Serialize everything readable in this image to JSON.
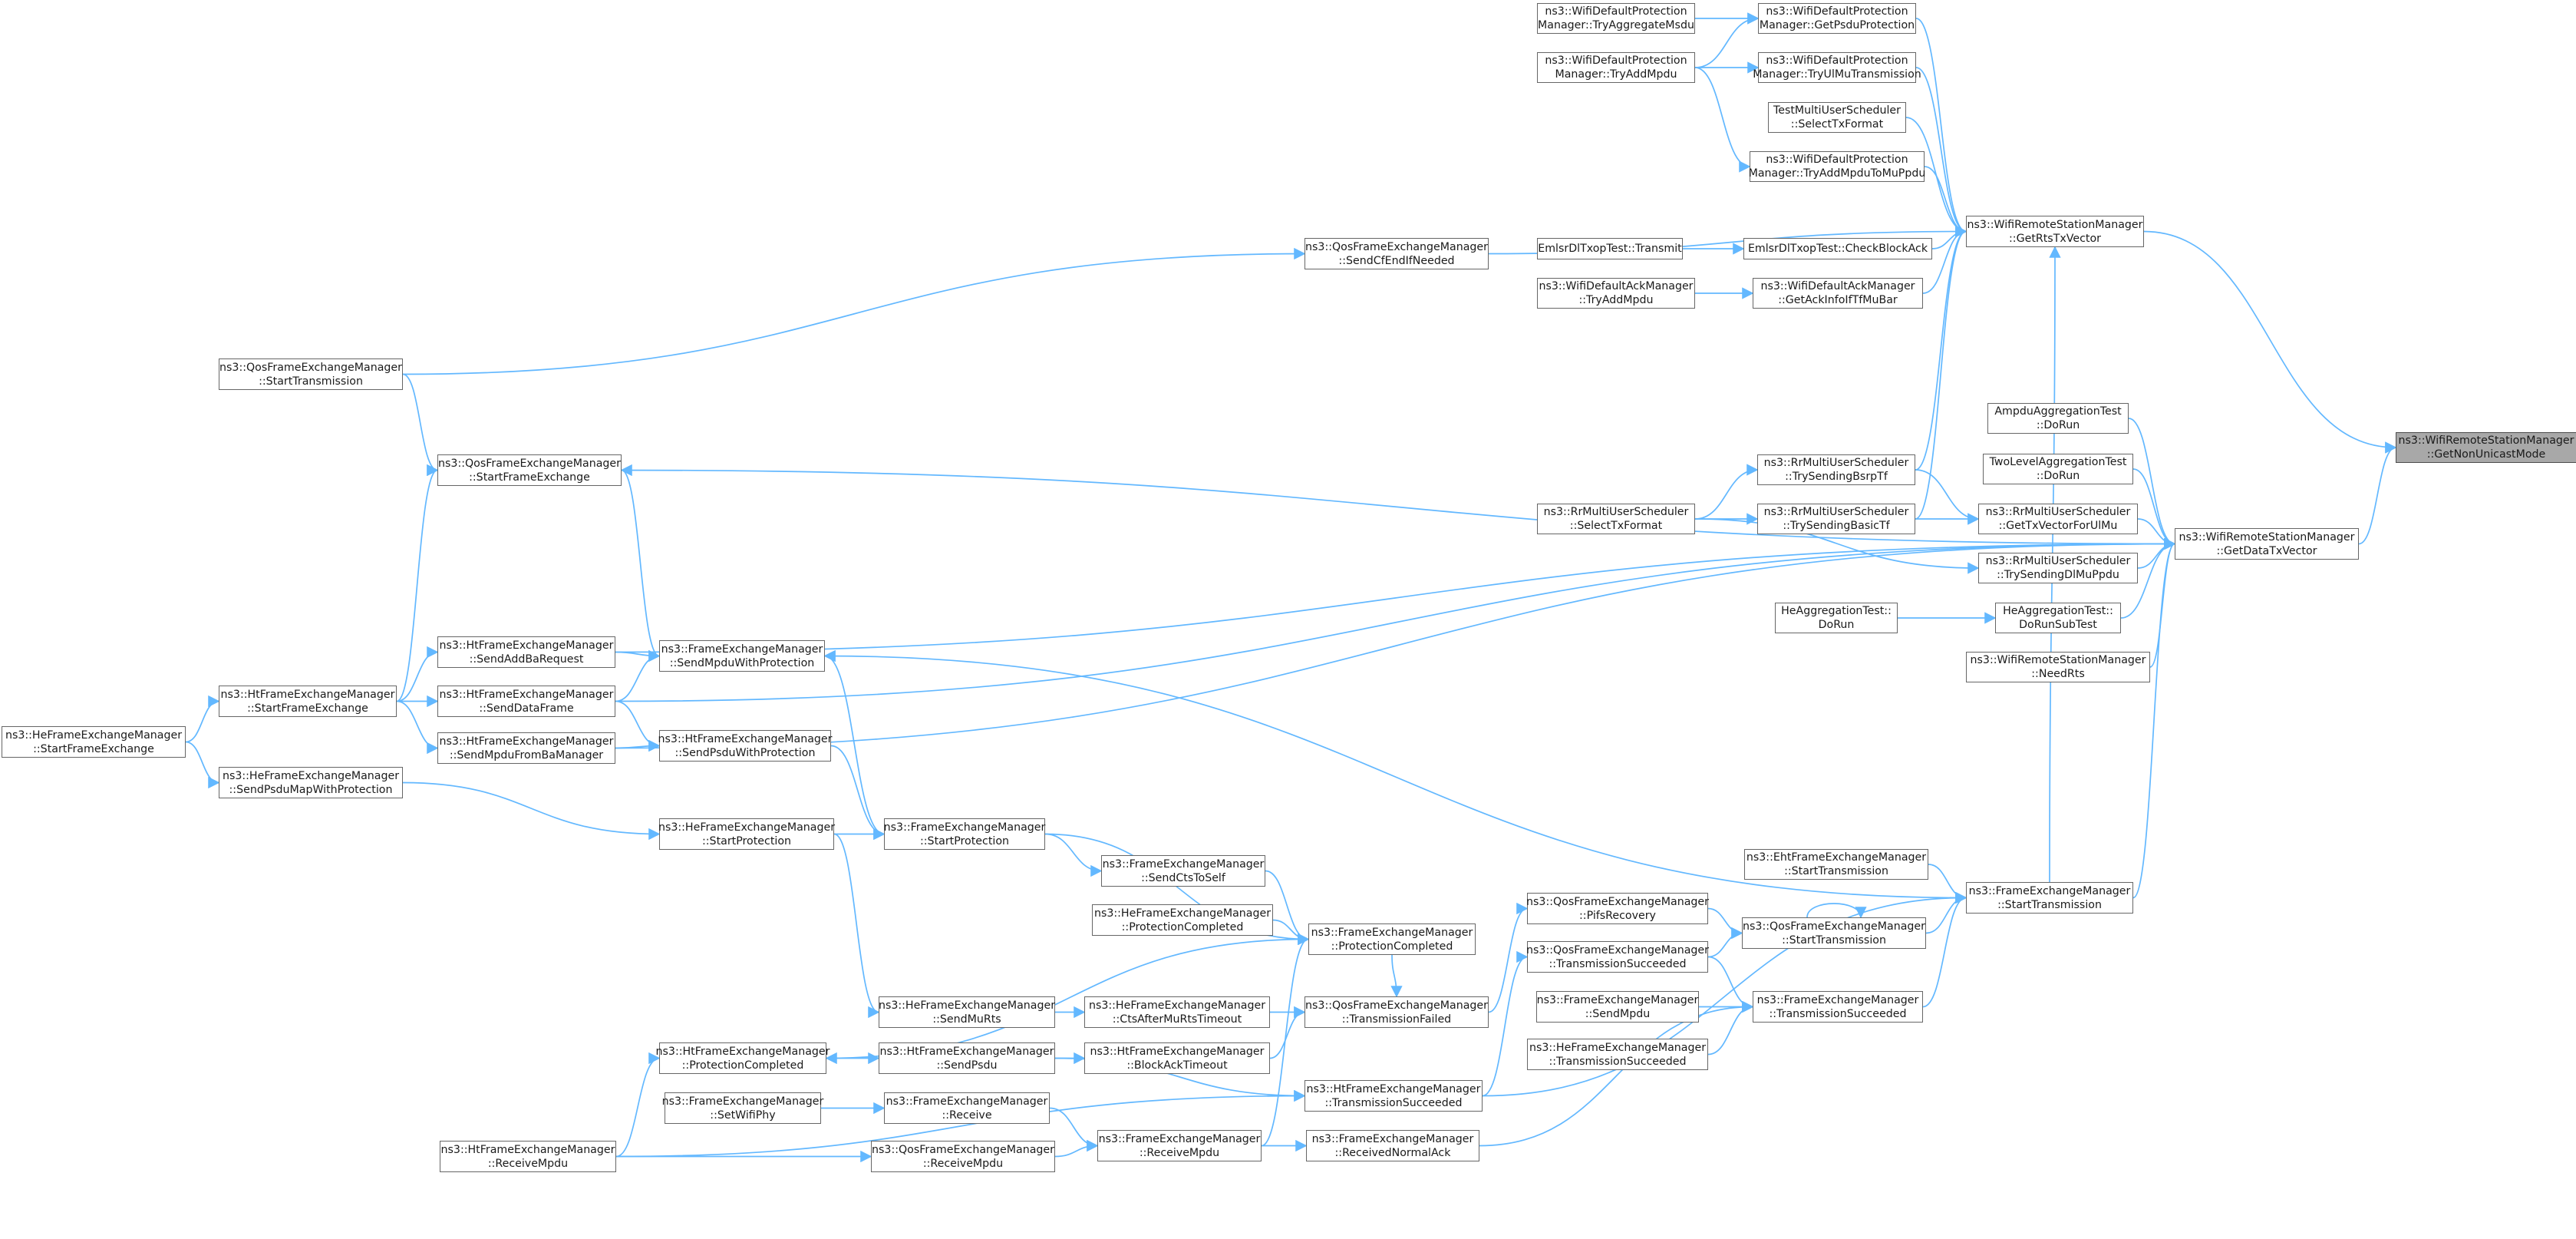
{
  "colors": {
    "edge": "#63b8ff",
    "node_border": "#666666",
    "root_fill": "#a8a8a8",
    "background": "#ffffff"
  },
  "nodes": {
    "root": [
      "ns3::WifiRemoteStationManager",
      "::GetNonUnicastMode"
    ],
    "getRtsTxVector": [
      "ns3::WifiRemoteStationManager",
      "::GetRtsTxVector"
    ],
    "getDataTxVector": [
      "ns3::WifiRemoteStationManager",
      "::GetDataTxVector"
    ],
    "wdpGetPsduProtection": [
      "ns3::WifiDefaultProtection",
      "Manager::GetPsduProtection"
    ],
    "wdpTryAggregateMsdu": [
      "ns3::WifiDefaultProtection",
      "Manager::TryAggregateMsdu"
    ],
    "wdpTryAddMpdu": [
      "ns3::WifiDefaultProtection",
      "Manager::TryAddMpdu"
    ],
    "wdpTryUlMuTransmission": [
      "ns3::WifiDefaultProtection",
      "Manager::TryUlMuTransmission"
    ],
    "testMultiUserSelectTxFormat": [
      "TestMultiUserScheduler",
      "::SelectTxFormat"
    ],
    "wdpTryAddMpduToMuPpdu": [
      "ns3::WifiDefaultProtection",
      "Manager::TryAddMpduToMuPpdu"
    ],
    "qfemSendCfEndIfNeeded": [
      "ns3::QosFrameExchangeManager",
      "::SendCfEndIfNeeded"
    ],
    "emlsrTransmit": [
      "EmlsrDlTxopTest::Transmit"
    ],
    "emlsrCheckBlockAck": [
      "EmlsrDlTxopTest::CheckBlockAck"
    ],
    "wdaTryAddMpdu": [
      "ns3::WifiDefaultAckManager",
      "::TryAddMpdu"
    ],
    "wdaGetAckInfoIfTfMuBar": [
      "ns3::WifiDefaultAckManager",
      "::GetAckInfoIfTfMuBar"
    ],
    "qfemStartTransmission": [
      "ns3::QosFrameExchangeManager",
      "::StartTransmission"
    ],
    "ampduDoRun": [
      "AmpduAggregationTest",
      "::DoRun"
    ],
    "twoLevelDoRun": [
      "TwoLevelAggregationTest",
      "::DoRun"
    ],
    "qfemStartFrameExchange": [
      "ns3::QosFrameExchangeManager",
      "::StartFrameExchange"
    ],
    "rrTrySendingBsrpTf": [
      "ns3::RrMultiUserScheduler",
      "::TrySendingBsrpTf"
    ],
    "rrSelectTxFormat": [
      "ns3::RrMultiUserScheduler",
      "::SelectTxFormat"
    ],
    "rrTrySendingBasicTf": [
      "ns3::RrMultiUserScheduler",
      "::TrySendingBasicTf"
    ],
    "rrGetTxVectorForUlMu": [
      "ns3::RrMultiUserScheduler",
      "::GetTxVectorForUlMu"
    ],
    "rrTrySendingDlMuPpdu": [
      "ns3::RrMultiUserScheduler",
      "::TrySendingDlMuPpdu"
    ],
    "heAggDoRun": [
      "HeAggregationTest::",
      "DoRun"
    ],
    "heAggDoRunSubTest": [
      "HeAggregationTest::",
      "DoRunSubTest"
    ],
    "wrsmNeedRts": [
      "ns3::WifiRemoteStationManager",
      "::NeedRts"
    ],
    "htSendAddBaRequest": [
      "ns3::HtFrameExchangeManager",
      "::SendAddBaRequest"
    ],
    "femSendMpduWithProtection": [
      "ns3::FrameExchangeManager",
      "::SendMpduWithProtection"
    ],
    "htStartFrameExchange": [
      "ns3::HtFrameExchangeManager",
      "::StartFrameExchange"
    ],
    "htSendDataFrame": [
      "ns3::HtFrameExchangeManager",
      "::SendDataFrame"
    ],
    "heStartFrameExchange": [
      "ns3::HeFrameExchangeManager",
      "::StartFrameExchange"
    ],
    "htSendMpduFromBaManager": [
      "ns3::HtFrameExchangeManager",
      "::SendMpduFromBaManager"
    ],
    "htSendPsduWithProtection": [
      "ns3::HtFrameExchangeManager",
      "::SendPsduWithProtection"
    ],
    "heSendPsduMapWithProtection": [
      "ns3::HeFrameExchangeManager",
      "::SendPsduMapWithProtection"
    ],
    "heStartProtection": [
      "ns3::HeFrameExchangeManager",
      "::StartProtection"
    ],
    "femStartProtection": [
      "ns3::FrameExchangeManager",
      "::StartProtection"
    ],
    "femSendCtsToSelf": [
      "ns3::FrameExchangeManager",
      "::SendCtsToSelf"
    ],
    "heProtectionCompleted": [
      "ns3::HeFrameExchangeManager",
      "::ProtectionCompleted"
    ],
    "femProtectionCompleted": [
      "ns3::FrameExchangeManager",
      "::ProtectionCompleted"
    ],
    "ehtStartTransmission": [
      "ns3::EhtFrameExchangeManager",
      "::StartTransmission"
    ],
    "femStartTransmission": [
      "ns3::FrameExchangeManager",
      "::StartTransmission"
    ],
    "qfemPifsRecovery": [
      "ns3::QosFrameExchangeManager",
      "::PifsRecovery"
    ],
    "qfemStartTransmission2": [
      "ns3::QosFrameExchangeManager",
      "::StartTransmission"
    ],
    "qfemTransmissionSucceeded": [
      "ns3::QosFrameExchangeManager",
      "::TransmissionSucceeded"
    ],
    "femSendMpdu": [
      "ns3::FrameExchangeManager",
      "::SendMpdu"
    ],
    "femTransmissionSucceeded": [
      "ns3::FrameExchangeManager",
      "::TransmissionSucceeded"
    ],
    "heTransmissionSucceeded": [
      "ns3::HeFrameExchangeManager",
      "::TransmissionSucceeded"
    ],
    "heSendMuRts": [
      "ns3::HeFrameExchangeManager",
      "::SendMuRts"
    ],
    "heCtsAfterMuRtsTimeout": [
      "ns3::HeFrameExchangeManager",
      "::CtsAfterMuRtsTimeout"
    ],
    "qfemTransmissionFailed": [
      "ns3::QosFrameExchangeManager",
      "::TransmissionFailed"
    ],
    "htProtectionCompleted": [
      "ns3::HtFrameExchangeManager",
      "::ProtectionCompleted"
    ],
    "htSendPsdu": [
      "ns3::HtFrameExchangeManager",
      "::SendPsdu"
    ],
    "htBlockAckTimeout": [
      "ns3::HtFrameExchangeManager",
      "::BlockAckTimeout"
    ],
    "femSetWifiPhy": [
      "ns3::FrameExchangeManager",
      "::SetWifiPhy"
    ],
    "femReceive": [
      "ns3::FrameExchangeManager",
      "::Receive"
    ],
    "htTransmissionSucceeded": [
      "ns3::HtFrameExchangeManager",
      "::TransmissionSucceeded"
    ],
    "htReceiveMpdu": [
      "ns3::HtFrameExchangeManager",
      "::ReceiveMpdu"
    ],
    "qfemReceiveMpdu": [
      "ns3::QosFrameExchangeManager",
      "::ReceiveMpdu"
    ],
    "femReceiveMpdu": [
      "ns3::FrameExchangeManager",
      "::ReceiveMpdu"
    ],
    "femReceivedNormalAck": [
      "ns3::FrameExchangeManager",
      "::ReceivedNormalAck"
    ]
  }
}
